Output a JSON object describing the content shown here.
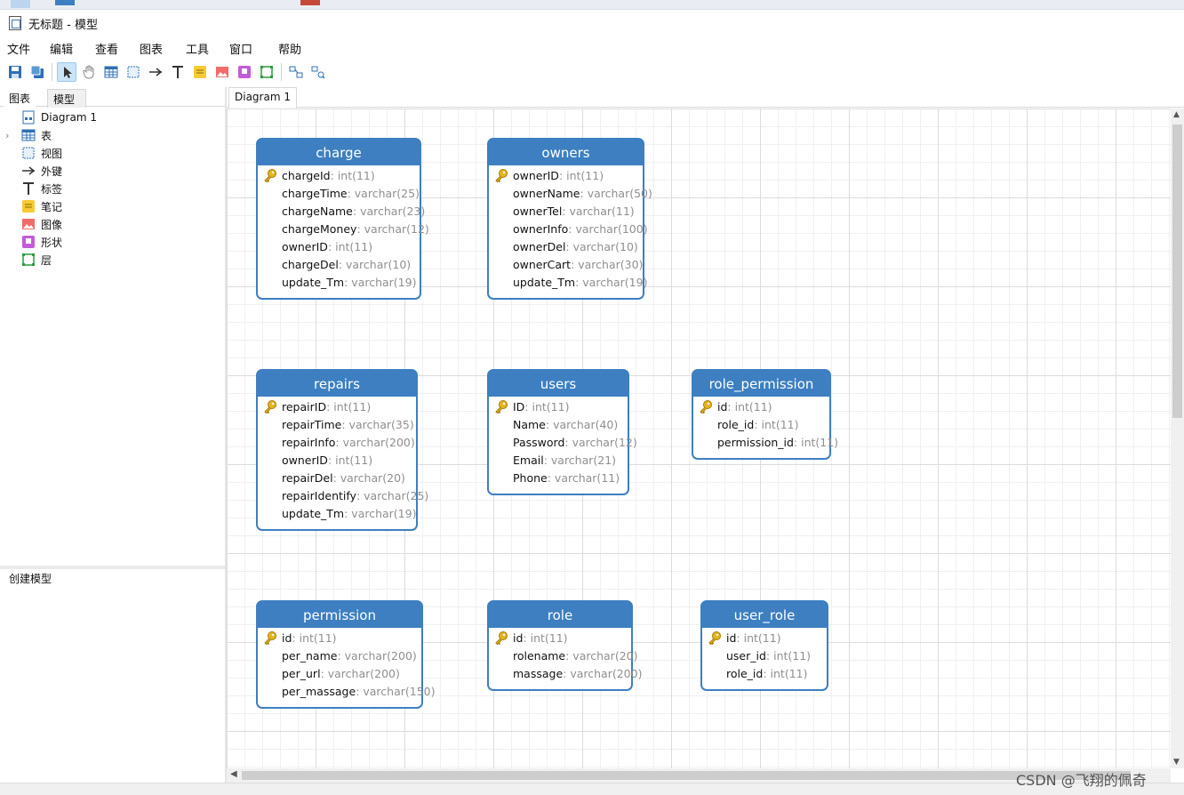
{
  "window": {
    "title": "无标题 - 模型"
  },
  "menu": [
    "文件",
    "编辑",
    "查看",
    "图表",
    "工具",
    "窗口",
    "帮助"
  ],
  "toolbar": [
    {
      "icon": "save-icon",
      "active": false
    },
    {
      "icon": "save-as-icon",
      "active": false
    },
    {
      "icon": "pointer-icon",
      "active": true
    },
    {
      "icon": "hand-icon",
      "active": false
    },
    {
      "icon": "table-icon",
      "active": false
    },
    {
      "icon": "view-icon",
      "active": false
    },
    {
      "icon": "foreign-key-icon",
      "active": false
    },
    {
      "icon": "label-icon",
      "active": false
    },
    {
      "icon": "note-icon",
      "active": false
    },
    {
      "icon": "image-icon",
      "active": false
    },
    {
      "icon": "shape-icon",
      "active": false
    },
    {
      "icon": "layer-icon",
      "active": false
    },
    {
      "icon": "zoom-fit-icon",
      "active": false
    },
    {
      "icon": "zoom-select-icon",
      "active": false
    }
  ],
  "left_panel": {
    "tabs": [
      "图表",
      "模型"
    ],
    "tree": [
      {
        "label": "Diagram 1",
        "icon": "diagram-icon",
        "expandable": false
      },
      {
        "label": "表",
        "icon": "table-icon",
        "expandable": true
      },
      {
        "label": "视图",
        "icon": "view-icon",
        "expandable": false
      },
      {
        "label": "外键",
        "icon": "foreign-key-icon",
        "expandable": false
      },
      {
        "label": "标签",
        "icon": "label-icon",
        "expandable": false
      },
      {
        "label": "笔记",
        "icon": "note-icon",
        "expandable": false
      },
      {
        "label": "图像",
        "icon": "image-icon",
        "expandable": false
      },
      {
        "label": "形状",
        "icon": "shape-icon",
        "expandable": false
      },
      {
        "label": "层",
        "icon": "layer-icon",
        "expandable": false
      }
    ],
    "description": "创建模型"
  },
  "canvas": {
    "tab": "Diagram 1",
    "tables": [
      {
        "name": "charge",
        "fields": [
          {
            "name": "chargeId",
            "type": ": int(11)",
            "pk": true
          },
          {
            "name": "chargeTime",
            "type": ": varchar(25)"
          },
          {
            "name": "chargeName",
            "type": ": varchar(23)"
          },
          {
            "name": "chargeMoney",
            "type": ": varchar(12)"
          },
          {
            "name": "ownerID",
            "type": ": int(11)"
          },
          {
            "name": "chargeDel",
            "type": ": varchar(10)"
          },
          {
            "name": "update_Tm",
            "type": ": varchar(19)"
          }
        ]
      },
      {
        "name": "owners",
        "fields": [
          {
            "name": "ownerID",
            "type": ": int(11)",
            "pk": true
          },
          {
            "name": "ownerName",
            "type": ": varchar(50)"
          },
          {
            "name": "ownerTel",
            "type": ": varchar(11)"
          },
          {
            "name": "ownerInfo",
            "type": ": varchar(100)"
          },
          {
            "name": "ownerDel",
            "type": ": varchar(10)"
          },
          {
            "name": "ownerCart",
            "type": ": varchar(30)"
          },
          {
            "name": "update_Tm",
            "type": ": varchar(19)"
          }
        ]
      },
      {
        "name": "repairs",
        "fields": [
          {
            "name": "repairID",
            "type": ": int(11)",
            "pk": true
          },
          {
            "name": "repairTime",
            "type": ": varchar(35)"
          },
          {
            "name": "repairInfo",
            "type": ": varchar(200)"
          },
          {
            "name": "ownerID",
            "type": ": int(11)"
          },
          {
            "name": "repairDel",
            "type": ": varchar(20)"
          },
          {
            "name": "repairIdentify",
            "type": ": varchar(25)"
          },
          {
            "name": "update_Tm",
            "type": ": varchar(19)"
          }
        ]
      },
      {
        "name": "users",
        "fields": [
          {
            "name": "ID",
            "type": ": int(11)",
            "pk": true
          },
          {
            "name": "Name",
            "type": ": varchar(40)"
          },
          {
            "name": "Password",
            "type": ": varchar(12)"
          },
          {
            "name": "Email",
            "type": ": varchar(21)"
          },
          {
            "name": "Phone",
            "type": ": varchar(11)"
          }
        ]
      },
      {
        "name": "role_permission",
        "fields": [
          {
            "name": "id",
            "type": ": int(11)",
            "pk": true
          },
          {
            "name": "role_id",
            "type": ": int(11)"
          },
          {
            "name": "permission_id",
            "type": ": int(11)"
          }
        ]
      },
      {
        "name": "permission",
        "fields": [
          {
            "name": "id",
            "type": ": int(11)",
            "pk": true
          },
          {
            "name": "per_name",
            "type": ": varchar(200)"
          },
          {
            "name": "per_url",
            "type": ": varchar(200)"
          },
          {
            "name": "per_massage",
            "type": ": varchar(150)"
          }
        ]
      },
      {
        "name": "role",
        "fields": [
          {
            "name": "id",
            "type": ": int(11)",
            "pk": true
          },
          {
            "name": "rolename",
            "type": ": varchar(20)"
          },
          {
            "name": "massage",
            "type": ": varchar(200)"
          }
        ]
      },
      {
        "name": "user_role",
        "fields": [
          {
            "name": "id",
            "type": ": int(11)",
            "pk": true
          },
          {
            "name": "user_id",
            "type": ": int(11)"
          },
          {
            "name": "role_id",
            "type": ": int(11)"
          }
        ]
      }
    ]
  },
  "watermark": "CSDN @飞翔的佩奇",
  "colors": {
    "entity_header": "#3d7fc1",
    "type_text": "#8f8f8f",
    "key": "#e6b422"
  }
}
